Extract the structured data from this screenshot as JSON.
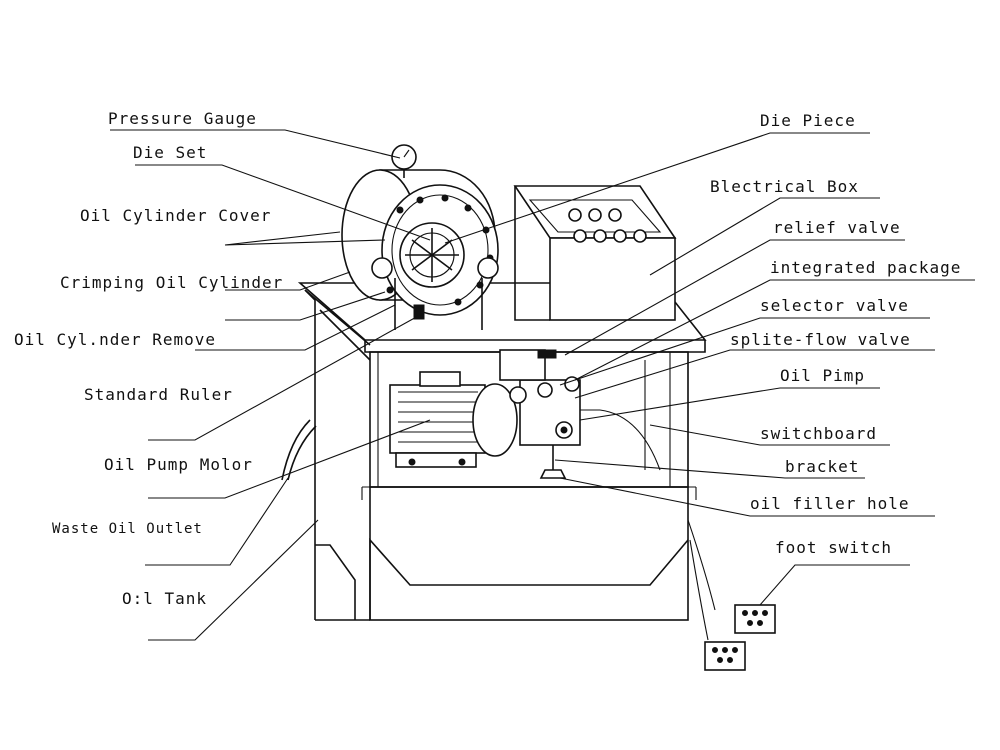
{
  "labels": {
    "pressure_gauge": "Pressure Gauge",
    "die_set": "Die Set",
    "oil_cylinder_cover": "Oil Cylinder Cover",
    "crimping_oil_cylinder": "Crimping Oil Cylinder",
    "oil_cylinder_remove": "Oil Cyl.nder Remove",
    "standard_ruler": "Standard Ruler",
    "oil_pump_motor": "Oil Pump Molor",
    "waste_oil_outlet": "Waste Oil Outlet",
    "oil_tank": "O:l Tank",
    "die_piece": "Die Piece",
    "electrical_box": "Blectrical Box",
    "relief_valve": "relief valve",
    "integrated_package": "integrated package",
    "selector_valve": "selector valve",
    "split_flow_valve": "splite-flow valve",
    "oil_pump": "Oil Pimp",
    "switchboard": "switchboard",
    "bracket": "bracket",
    "oil_filler_hole": "oil filler hole",
    "foot_switch": "foot switch"
  }
}
